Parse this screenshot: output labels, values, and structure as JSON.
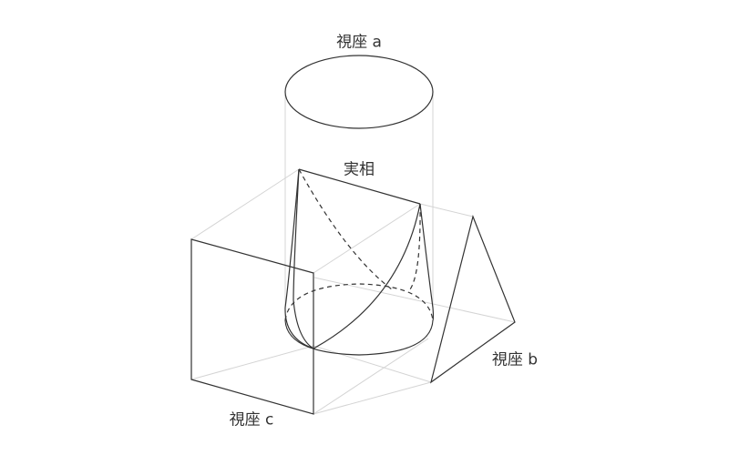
{
  "labels": {
    "view_a": "視座 a",
    "reality": "実相",
    "view_b": "視座 b",
    "view_c": "視座 c"
  },
  "colors": {
    "stroke": "#333333",
    "guide": "#d0d0d0",
    "background": "#ffffff"
  }
}
